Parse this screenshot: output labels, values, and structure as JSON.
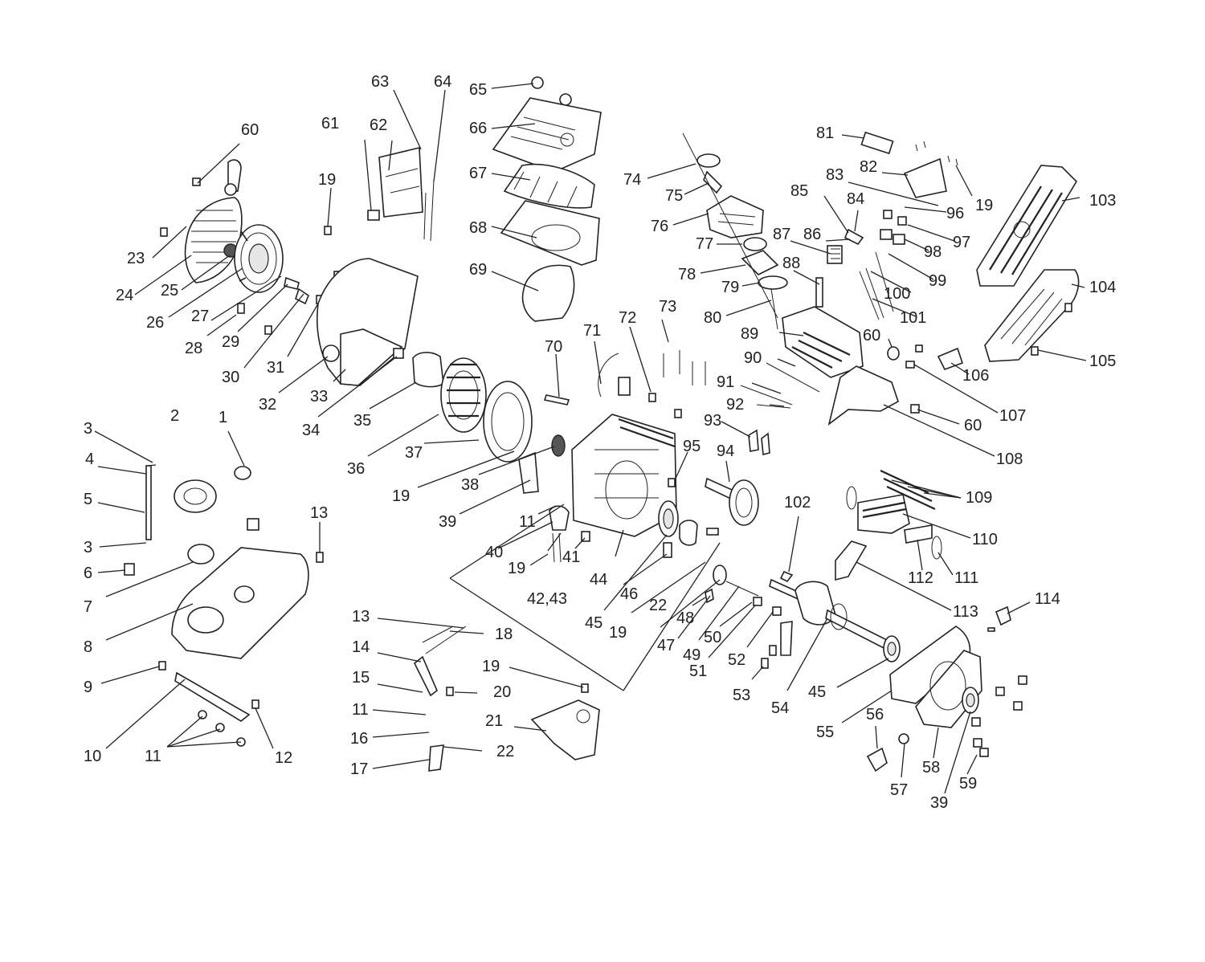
{
  "labels": [
    {
      "id": "1",
      "text": "1"
    },
    {
      "id": "2",
      "text": "2"
    },
    {
      "id": "3a",
      "text": "3"
    },
    {
      "id": "3b",
      "text": "3"
    },
    {
      "id": "4",
      "text": "4"
    },
    {
      "id": "5",
      "text": "5"
    },
    {
      "id": "6",
      "text": "6"
    },
    {
      "id": "7",
      "text": "7"
    },
    {
      "id": "8",
      "text": "8"
    },
    {
      "id": "9",
      "text": "9"
    },
    {
      "id": "10",
      "text": "10"
    },
    {
      "id": "11a",
      "text": "11"
    },
    {
      "id": "11b",
      "text": "11"
    },
    {
      "id": "11c",
      "text": "11"
    },
    {
      "id": "12",
      "text": "12"
    },
    {
      "id": "13a",
      "text": "13"
    },
    {
      "id": "13b",
      "text": "13"
    },
    {
      "id": "14",
      "text": "14"
    },
    {
      "id": "15",
      "text": "15"
    },
    {
      "id": "16",
      "text": "16"
    },
    {
      "id": "17",
      "text": "17"
    },
    {
      "id": "18",
      "text": "18"
    },
    {
      "id": "19a",
      "text": "19"
    },
    {
      "id": "19b",
      "text": "19"
    },
    {
      "id": "19c",
      "text": "19"
    },
    {
      "id": "19d",
      "text": "19"
    },
    {
      "id": "19e",
      "text": "19"
    },
    {
      "id": "19f",
      "text": "19"
    },
    {
      "id": "20",
      "text": "20"
    },
    {
      "id": "21",
      "text": "21"
    },
    {
      "id": "22a",
      "text": "22"
    },
    {
      "id": "22b",
      "text": "22"
    },
    {
      "id": "23",
      "text": "23"
    },
    {
      "id": "24",
      "text": "24"
    },
    {
      "id": "25",
      "text": "25"
    },
    {
      "id": "26",
      "text": "26"
    },
    {
      "id": "27",
      "text": "27"
    },
    {
      "id": "28",
      "text": "28"
    },
    {
      "id": "29",
      "text": "29"
    },
    {
      "id": "30",
      "text": "30"
    },
    {
      "id": "31",
      "text": "31"
    },
    {
      "id": "32",
      "text": "32"
    },
    {
      "id": "33",
      "text": "33"
    },
    {
      "id": "34",
      "text": "34"
    },
    {
      "id": "35",
      "text": "35"
    },
    {
      "id": "36",
      "text": "36"
    },
    {
      "id": "37",
      "text": "37"
    },
    {
      "id": "38",
      "text": "38"
    },
    {
      "id": "39a",
      "text": "39"
    },
    {
      "id": "39b",
      "text": "39"
    },
    {
      "id": "40",
      "text": "40"
    },
    {
      "id": "41",
      "text": "41"
    },
    {
      "id": "4243",
      "text": "42,43"
    },
    {
      "id": "44",
      "text": "44"
    },
    {
      "id": "45a",
      "text": "45"
    },
    {
      "id": "45b",
      "text": "45"
    },
    {
      "id": "46",
      "text": "46"
    },
    {
      "id": "47",
      "text": "47"
    },
    {
      "id": "48",
      "text": "48"
    },
    {
      "id": "49",
      "text": "49"
    },
    {
      "id": "50",
      "text": "50"
    },
    {
      "id": "51",
      "text": "51"
    },
    {
      "id": "52",
      "text": "52"
    },
    {
      "id": "53",
      "text": "53"
    },
    {
      "id": "54",
      "text": "54"
    },
    {
      "id": "55",
      "text": "55"
    },
    {
      "id": "56",
      "text": "56"
    },
    {
      "id": "57",
      "text": "57"
    },
    {
      "id": "58",
      "text": "58"
    },
    {
      "id": "59",
      "text": "59"
    },
    {
      "id": "60a",
      "text": "60"
    },
    {
      "id": "60b",
      "text": "60"
    },
    {
      "id": "60c",
      "text": "60"
    },
    {
      "id": "61",
      "text": "61"
    },
    {
      "id": "62",
      "text": "62"
    },
    {
      "id": "63",
      "text": "63"
    },
    {
      "id": "64",
      "text": "64"
    },
    {
      "id": "65",
      "text": "65"
    },
    {
      "id": "66",
      "text": "66"
    },
    {
      "id": "67",
      "text": "67"
    },
    {
      "id": "68",
      "text": "68"
    },
    {
      "id": "69",
      "text": "69"
    },
    {
      "id": "70",
      "text": "70"
    },
    {
      "id": "71",
      "text": "71"
    },
    {
      "id": "72",
      "text": "72"
    },
    {
      "id": "73",
      "text": "73"
    },
    {
      "id": "74",
      "text": "74"
    },
    {
      "id": "75",
      "text": "75"
    },
    {
      "id": "76",
      "text": "76"
    },
    {
      "id": "77",
      "text": "77"
    },
    {
      "id": "78",
      "text": "78"
    },
    {
      "id": "79",
      "text": "79"
    },
    {
      "id": "80",
      "text": "80"
    },
    {
      "id": "81",
      "text": "81"
    },
    {
      "id": "82",
      "text": "82"
    },
    {
      "id": "83",
      "text": "83"
    },
    {
      "id": "84",
      "text": "84"
    },
    {
      "id": "85",
      "text": "85"
    },
    {
      "id": "86",
      "text": "86"
    },
    {
      "id": "87",
      "text": "87"
    },
    {
      "id": "88",
      "text": "88"
    },
    {
      "id": "89",
      "text": "89"
    },
    {
      "id": "90",
      "text": "90"
    },
    {
      "id": "91",
      "text": "91"
    },
    {
      "id": "92",
      "text": "92"
    },
    {
      "id": "93",
      "text": "93"
    },
    {
      "id": "94",
      "text": "94"
    },
    {
      "id": "95",
      "text": "95"
    },
    {
      "id": "96",
      "text": "96"
    },
    {
      "id": "97",
      "text": "97"
    },
    {
      "id": "98",
      "text": "98"
    },
    {
      "id": "99",
      "text": "99"
    },
    {
      "id": "100",
      "text": "100"
    },
    {
      "id": "101",
      "text": "101"
    },
    {
      "id": "102",
      "text": "102"
    },
    {
      "id": "103",
      "text": "103"
    },
    {
      "id": "104",
      "text": "104"
    },
    {
      "id": "105",
      "text": "105"
    },
    {
      "id": "106",
      "text": "106"
    },
    {
      "id": "107",
      "text": "107"
    },
    {
      "id": "108",
      "text": "108"
    },
    {
      "id": "109",
      "text": "109"
    },
    {
      "id": "110",
      "text": "110"
    },
    {
      "id": "111",
      "text": "111"
    },
    {
      "id": "112",
      "text": "112"
    },
    {
      "id": "113",
      "text": "113"
    },
    {
      "id": "114",
      "text": "114"
    }
  ]
}
